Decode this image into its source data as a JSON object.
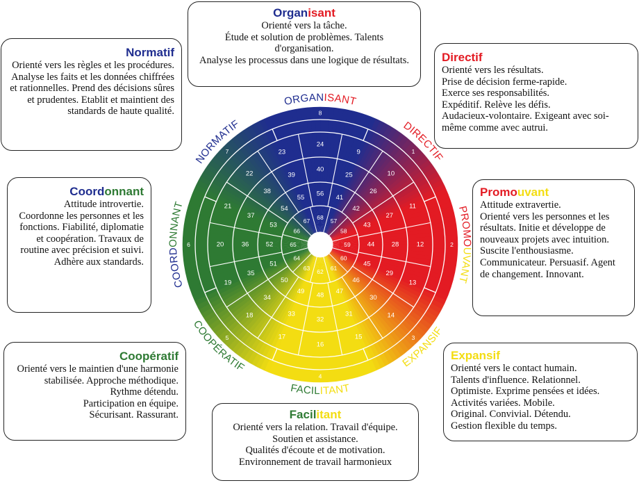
{
  "colors": {
    "blue": "#1f2d8f",
    "red": "#e31b23",
    "yellow": "#f3dd12",
    "green": "#2e7a33"
  },
  "boxes": {
    "organisant": {
      "title_a": "Organ",
      "title_b": "isant",
      "body": "Orienté vers la tâche.\nÉtude et solution de problèmes. Talents d'organisation.\nAnalyse les processus dans une logique de résultats."
    },
    "normatif": {
      "title": "Normatif",
      "body": "Orienté vers les règles et les procédures. Analyse les faits et les données chiffrées et rationnelles. Prend des décisions sûres et prudentes. Etablit et maintient des standards de haute qualité."
    },
    "directif": {
      "title": "Directif",
      "body": "Orienté vers les résultats.\nPrise de décision ferme-rapide.\nExerce ses responsabilités.\nExpéditif. Relève les défis.\nAudacieux-volontaire. Exigeant avec soi-même comme avec autrui."
    },
    "coordonnant": {
      "title_a": "Coord",
      "title_b": "onnant",
      "body": "Attitude introvertie.\nCoordonne les personnes et les fonctions. Fiabilité, diplomatie et coopération. Travaux de routine avec précision et suivi. Adhère aux standards."
    },
    "promouvant": {
      "title_a": "Promo",
      "title_b": "uvant",
      "body": "Attitude extravertie.\nOrienté vers les personnes et les résultats. Initie et développe de nouveaux projets avec intuition. Suscite l'enthousiasme. Communicateur. Persuasif. Agent de changement. Innovant."
    },
    "cooperatif": {
      "title": "Coopératif",
      "body": "Orienté vers le maintien d'une harmonie stabilisée. Approche méthodique.\nRythme détendu.\nParticipation en équipe.\nSécurisant. Rassurant."
    },
    "expansif": {
      "title": "Expansif",
      "body": "Orienté vers le contact humain.\nTalents d'influence. Relationnel.\nOptimiste. Exprime pensées et idées. Activités variées. Mobile.\nOriginal. Convivial. Détendu.\nGestion flexible du temps."
    },
    "facilitant": {
      "title_a": "Facil",
      "title_b": "itant",
      "body": "Orienté vers la relation. Travail d'équipe. Soutien et assistance.\nQualités d'écoute et de motivation.\nEnvironnement de travail harmonieux"
    }
  },
  "wheel": {
    "ring_labels": [
      {
        "id": "organisant",
        "parts": [
          {
            "t": "ORGAN",
            "c": "blue"
          },
          {
            "t": "ISANT",
            "c": "red"
          }
        ]
      },
      {
        "id": "directif",
        "parts": [
          {
            "t": "DIRECTIF",
            "c": "red"
          }
        ]
      },
      {
        "id": "promouvant",
        "parts": [
          {
            "t": "PROMO",
            "c": "red"
          },
          {
            "t": "UVANT",
            "c": "yellow"
          }
        ]
      },
      {
        "id": "expansif",
        "parts": [
          {
            "t": "EXPANSIF",
            "c": "yellow"
          }
        ]
      },
      {
        "id": "facilitant",
        "parts": [
          {
            "t": "FACIL",
            "c": "green"
          },
          {
            "t": "ITANT",
            "c": "yellow"
          }
        ]
      },
      {
        "id": "cooperatif",
        "parts": [
          {
            "t": "COOPÉRATIF",
            "c": "green"
          }
        ]
      },
      {
        "id": "coordonnant",
        "parts": [
          {
            "t": "COORD",
            "c": "blue"
          },
          {
            "t": "ONNANT",
            "c": "green"
          }
        ]
      },
      {
        "id": "normatif",
        "parts": [
          {
            "t": "NORMATIF",
            "c": "blue"
          }
        ]
      }
    ],
    "outer_numbers": [
      "8",
      "1",
      "2",
      "3",
      "4",
      "5",
      "6",
      "7"
    ],
    "sector_numbers": [
      [
        "24",
        "40",
        "56"
      ],
      [
        "9",
        "25",
        "41"
      ],
      [
        "10",
        "26",
        "42"
      ],
      [
        "11",
        "27",
        "43"
      ],
      [
        "12",
        "28",
        "44"
      ],
      [
        "13",
        "29",
        "45"
      ],
      [
        "14",
        "30",
        "46"
      ],
      [
        "15",
        "31",
        "47"
      ],
      [
        "16",
        "32",
        "48"
      ],
      [
        "17",
        "33",
        "49"
      ],
      [
        "18",
        "34",
        "50"
      ],
      [
        "19",
        "35",
        "51"
      ],
      [
        "20",
        "36",
        "52"
      ],
      [
        "21",
        "37",
        "53"
      ],
      [
        "22",
        "38",
        "54"
      ],
      [
        "23",
        "39",
        "55"
      ]
    ],
    "inner_numbers": [
      "68",
      "57",
      "58",
      "59",
      "60",
      "61",
      "62",
      "63",
      "64",
      "65",
      "66",
      "67"
    ]
  }
}
